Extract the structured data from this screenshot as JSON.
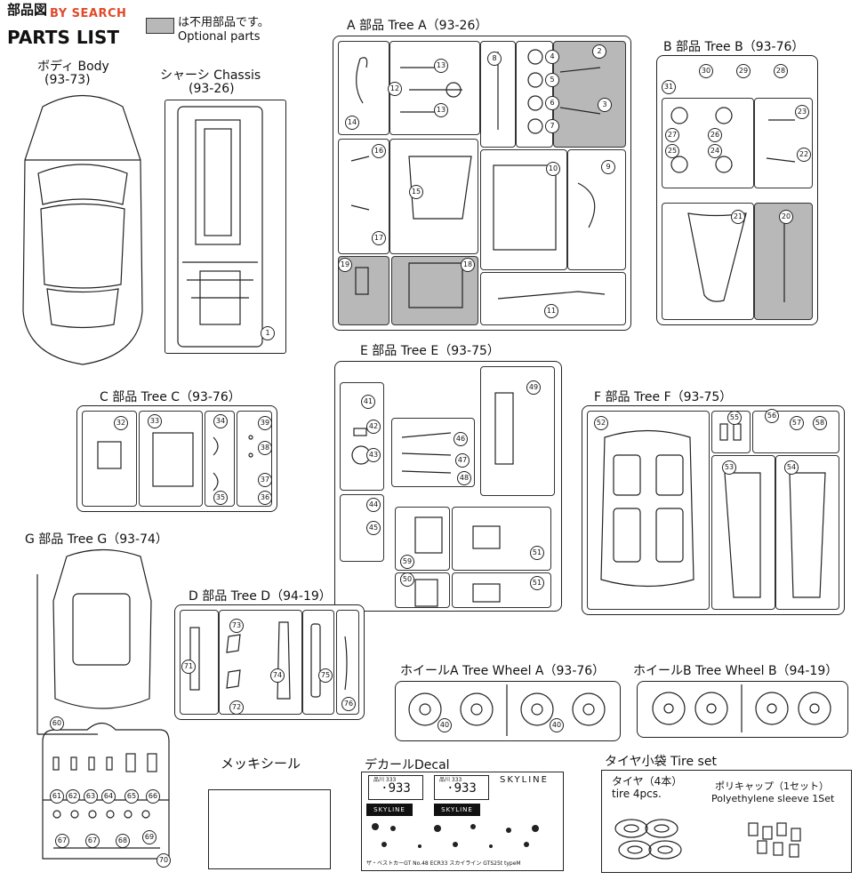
{
  "header": {
    "title_jp": "部品図",
    "title_en": "PARTS LIST",
    "watermark": "BY SEARCH",
    "legend_text_jp": "は不用部品です。",
    "legend_text_en": "Optional parts",
    "gray_color": "#b8b8b8"
  },
  "body": {
    "label": "ボディ Body",
    "code": "(93-73)"
  },
  "chassis": {
    "label": "シャーシ Chassis",
    "code": "(93-26)",
    "part_numbers": [
      "1"
    ]
  },
  "tree_a": {
    "label": "A 部品 Tree A（93-26）",
    "part_numbers": [
      "2",
      "3",
      "4",
      "5",
      "6",
      "7",
      "8",
      "9",
      "10",
      "11",
      "12",
      "13",
      "13",
      "14",
      "15",
      "16",
      "17",
      "18",
      "19"
    ]
  },
  "tree_b": {
    "label": "B 部品 Tree B（93-76）",
    "part_numbers": [
      "20",
      "21",
      "22",
      "23",
      "24",
      "25",
      "26",
      "27",
      "28",
      "29",
      "30",
      "31"
    ]
  },
  "tree_c": {
    "label": "C 部品 Tree C（93-76）",
    "part_numbers": [
      "32",
      "33",
      "34",
      "35",
      "36",
      "37",
      "38",
      "39"
    ]
  },
  "tree_d": {
    "label": "D 部品 Tree D（94-19）",
    "part_numbers": [
      "71",
      "72",
      "73",
      "74",
      "75",
      "76"
    ]
  },
  "tree_e": {
    "label": "E 部品 Tree E（93-75）",
    "part_numbers": [
      "41",
      "42",
      "43",
      "44",
      "45",
      "46",
      "47",
      "48",
      "49",
      "50",
      "51",
      "51",
      "59"
    ]
  },
  "tree_f": {
    "label": "F 部品 Tree F（93-75）",
    "part_numbers": [
      "52",
      "53",
      "54",
      "55",
      "56",
      "57",
      "58"
    ]
  },
  "tree_g": {
    "label": "G 部品 Tree G（93-74）",
    "part_numbers": [
      "60",
      "61",
      "62",
      "63",
      "64",
      "65",
      "66",
      "67",
      "67",
      "68",
      "69",
      "70"
    ]
  },
  "wheel_a": {
    "label": "ホイールA Tree Wheel A（93-76）",
    "part_numbers": [
      "40",
      "40"
    ]
  },
  "wheel_b": {
    "label": "ホイールB Tree Wheel B（94-19）"
  },
  "plating_seal": {
    "label": "メッキシール"
  },
  "decal": {
    "label": "デカールDecal",
    "plate_text": "·933",
    "plate_small": "品川 333",
    "brand": "SKYLINE",
    "footer": "ザ・ベストカーGT No.48 ECR33 スカイライン GTS25t typeM"
  },
  "tire_set": {
    "label": "タイヤ小袋 Tire set",
    "tire_jp": "タイヤ（4本）",
    "tire_en": "tire 4pcs.",
    "cap_jp": "ポリキャップ（1セット）",
    "cap_en": "Polyethylene sleeve 1Set"
  }
}
